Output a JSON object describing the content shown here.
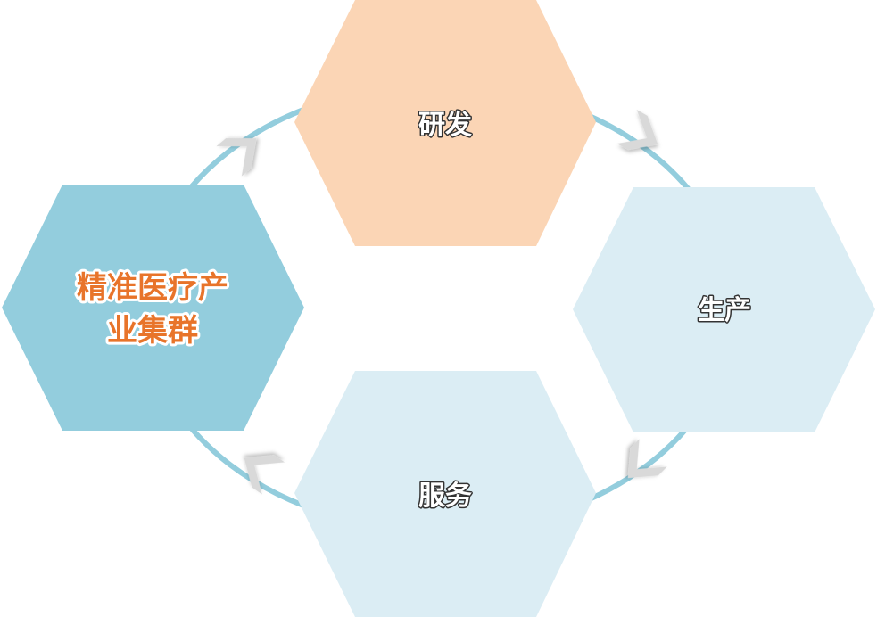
{
  "diagram": {
    "nodes": [
      {
        "id": "rnd",
        "label": "研发",
        "color": "#fbd5b5"
      },
      {
        "id": "production",
        "label": "生产",
        "color": "#dbedf4"
      },
      {
        "id": "service",
        "label": "服务",
        "color": "#dbedf4"
      },
      {
        "id": "cluster",
        "label_line1": "精准医疗产",
        "label_line2": "业集群",
        "color": "#93cddd",
        "label_color": "#e8742a"
      }
    ],
    "cycle_ring_color": "#93cddd",
    "arrow_color": "#d9d9d9"
  }
}
